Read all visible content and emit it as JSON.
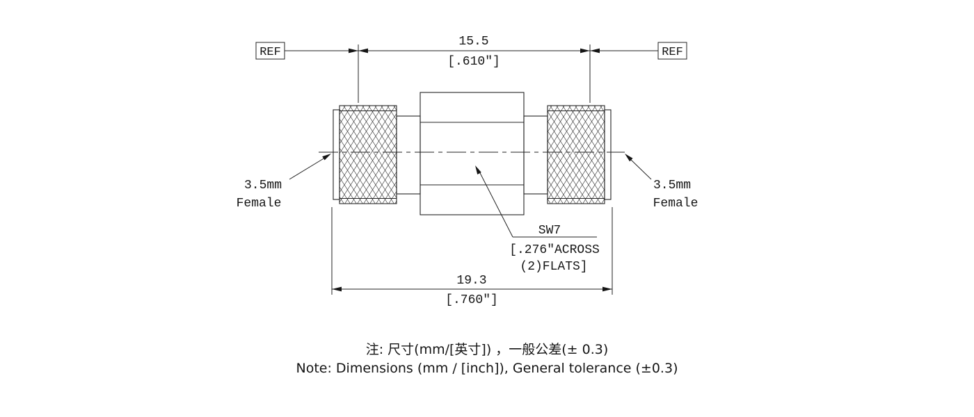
{
  "drawing": {
    "ref_left": "REF",
    "ref_right": "REF",
    "dim_width": {
      "mm": "15.5",
      "inch": "[.610″]"
    },
    "dim_length": {
      "mm": "19.3",
      "inch": "[.760″]"
    },
    "connector_left": {
      "line1": "3.5mm",
      "line2": "Female"
    },
    "connector_right": {
      "line1": "3.5mm",
      "line2": "Female"
    },
    "hex": {
      "label": "SW7",
      "detail1": "[.276″ACROSS",
      "detail2": "(2)FLATS]"
    }
  },
  "notes": {
    "zh": "注: 尺寸(mm/[英寸]) ，一般公差(± 0.3)",
    "en": "Note: Dimensions (mm / [inch]), General tolerance (±0.3)"
  },
  "colors": {
    "line": "#222222",
    "background": "#ffffff"
  }
}
